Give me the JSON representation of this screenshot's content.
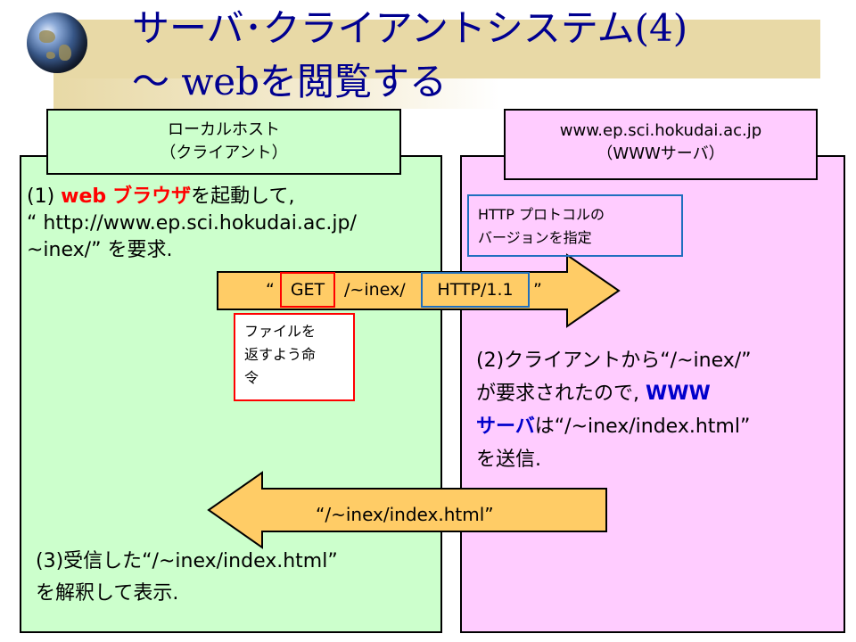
{
  "slide": {
    "title_line1": "サーバ･クライアントシステム(4)",
    "title_line2": "～ webを閲覧する"
  },
  "client": {
    "label_line1": "ローカルホスト",
    "label_line2": "（クライアント）",
    "step1_prefix": "(1) ",
    "step1_web": "web",
    "step1_browser": "ブラウザ",
    "step1_suffix": "を起動して,",
    "step1_line2": "“ http://www.ep.sci.hokudai.ac.jp/",
    "step1_line3": "~inex/” を要求.",
    "step3_line1": "(3)受信した“/~inex/index.html”",
    "step3_line2": "を解釈して表示."
  },
  "server": {
    "label_line1": "www.ep.sci.hokudai.ac.jp",
    "label_line2": "（WWWサーバ）",
    "step2_line1": "(2)クライアントから“/~inex/”",
    "step2_line2": "が要求されたので, ",
    "step2_www": "WWW",
    "step2_line3_server": "サーバ",
    "step2_line3_rest": "は“/~inex/index.html”",
    "step2_line4": "を送信."
  },
  "request_arrow": {
    "open_quote": "“",
    "method": "GET",
    "path": "/~inex/",
    "protocol": "HTTP/1.1",
    "close_quote": "”"
  },
  "response_arrow": {
    "text": "“/~inex/index.html”"
  },
  "notes": {
    "get_note_line1": "ファイルを",
    "get_note_line2": "返すよう命",
    "get_note_line3": "令",
    "http_note_line1": "HTTP プロトコルの",
    "http_note_line2": "バージョンを指定"
  },
  "colors": {
    "title": "#000090",
    "client_panel": "#ccffcc",
    "server_panel": "#ffccff",
    "arrow_fill": "#ffcc66",
    "highlight_red": "#ff0000",
    "highlight_blue": "#0000cc",
    "box_blue": "#1f6fbf"
  },
  "icons": {
    "globe": "globe-icon"
  }
}
